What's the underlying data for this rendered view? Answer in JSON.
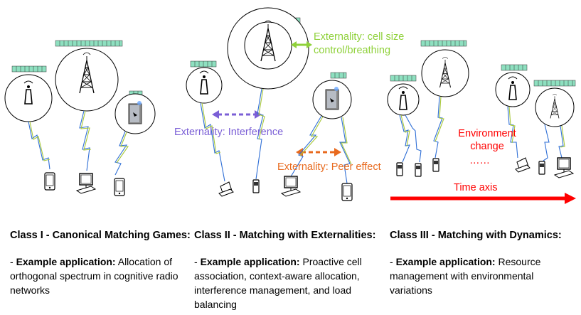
{
  "annotations": {
    "cell_size": [
      "Externality: cell size",
      "control/breathing"
    ],
    "interference": "Externality: Interference",
    "peer_effect": "Externality: Peer effect",
    "environment": [
      "Environment",
      "change"
    ],
    "ellipsis": "……",
    "time_axis": "Time axis"
  },
  "classes": [
    {
      "title": "Class I - Canonical Matching Games:",
      "app_prefix": "- ",
      "app_label": "Example application:",
      "app_lines": [
        " Allocation of",
        "orthogonal spectrum in cognitive radio",
        "networks"
      ]
    },
    {
      "title": "Class II - Matching with Externalities:",
      "app_prefix": "- ",
      "app_label": "Example application:",
      "app_lines": [
        " Proactive cell",
        "association, context-aware allocation,",
        "interference management, and load",
        "balancing"
      ]
    },
    {
      "title": "Class III - Matching with Dynamics:",
      "app_prefix": "- ",
      "app_label": "Example application:",
      "app_lines": [
        " Resource",
        "management with environmental",
        "variations"
      ]
    }
  ],
  "colors": {
    "cell_size": "#8fd13a",
    "interference": "#7b5fd6",
    "peer_effect": "#e86a1e",
    "environment": "#ff0000",
    "time_axis": "#ff0000",
    "resource_block": "#8ee0c0",
    "link_blue": "#2f6fd6",
    "link_green": "#a8c83a"
  }
}
